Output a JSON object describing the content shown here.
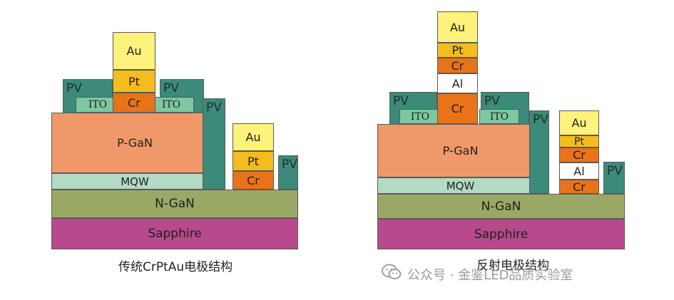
{
  "colors": {
    "pv": "#3c8a7a",
    "ito": "#7ec8a0",
    "au": "#fdf27c",
    "pt": "#f4bd1d",
    "cr": "#e97318",
    "al": "#ffffff",
    "p_gan": "#ef996a",
    "mqw": "#b2dac5",
    "n_gan": "#9aa865",
    "sapphire": "#b64a8c"
  },
  "left": {
    "caption": "传统CrPtAu电极结构",
    "labels": {
      "pv": "PV",
      "ito": "ITO",
      "au": "Au",
      "pt": "Pt",
      "cr": "Cr",
      "p_gan": "P-GaN",
      "mqw": "MQW",
      "n_gan": "N-GaN",
      "sapphire": "Sapphire"
    }
  },
  "right": {
    "caption": "反射电极结构",
    "labels": {
      "pv": "PV",
      "ito": "ITO",
      "au": "Au",
      "pt": "Pt",
      "cr": "Cr",
      "al": "Al",
      "p_gan": "P-GaN",
      "mqw": "MQW",
      "n_gan": "N-GaN",
      "sapphire": "Sapphire"
    }
  },
  "watermark": {
    "text": "公众号 · 金鉴LED品质实验室",
    "icon": "wechat-icon"
  }
}
